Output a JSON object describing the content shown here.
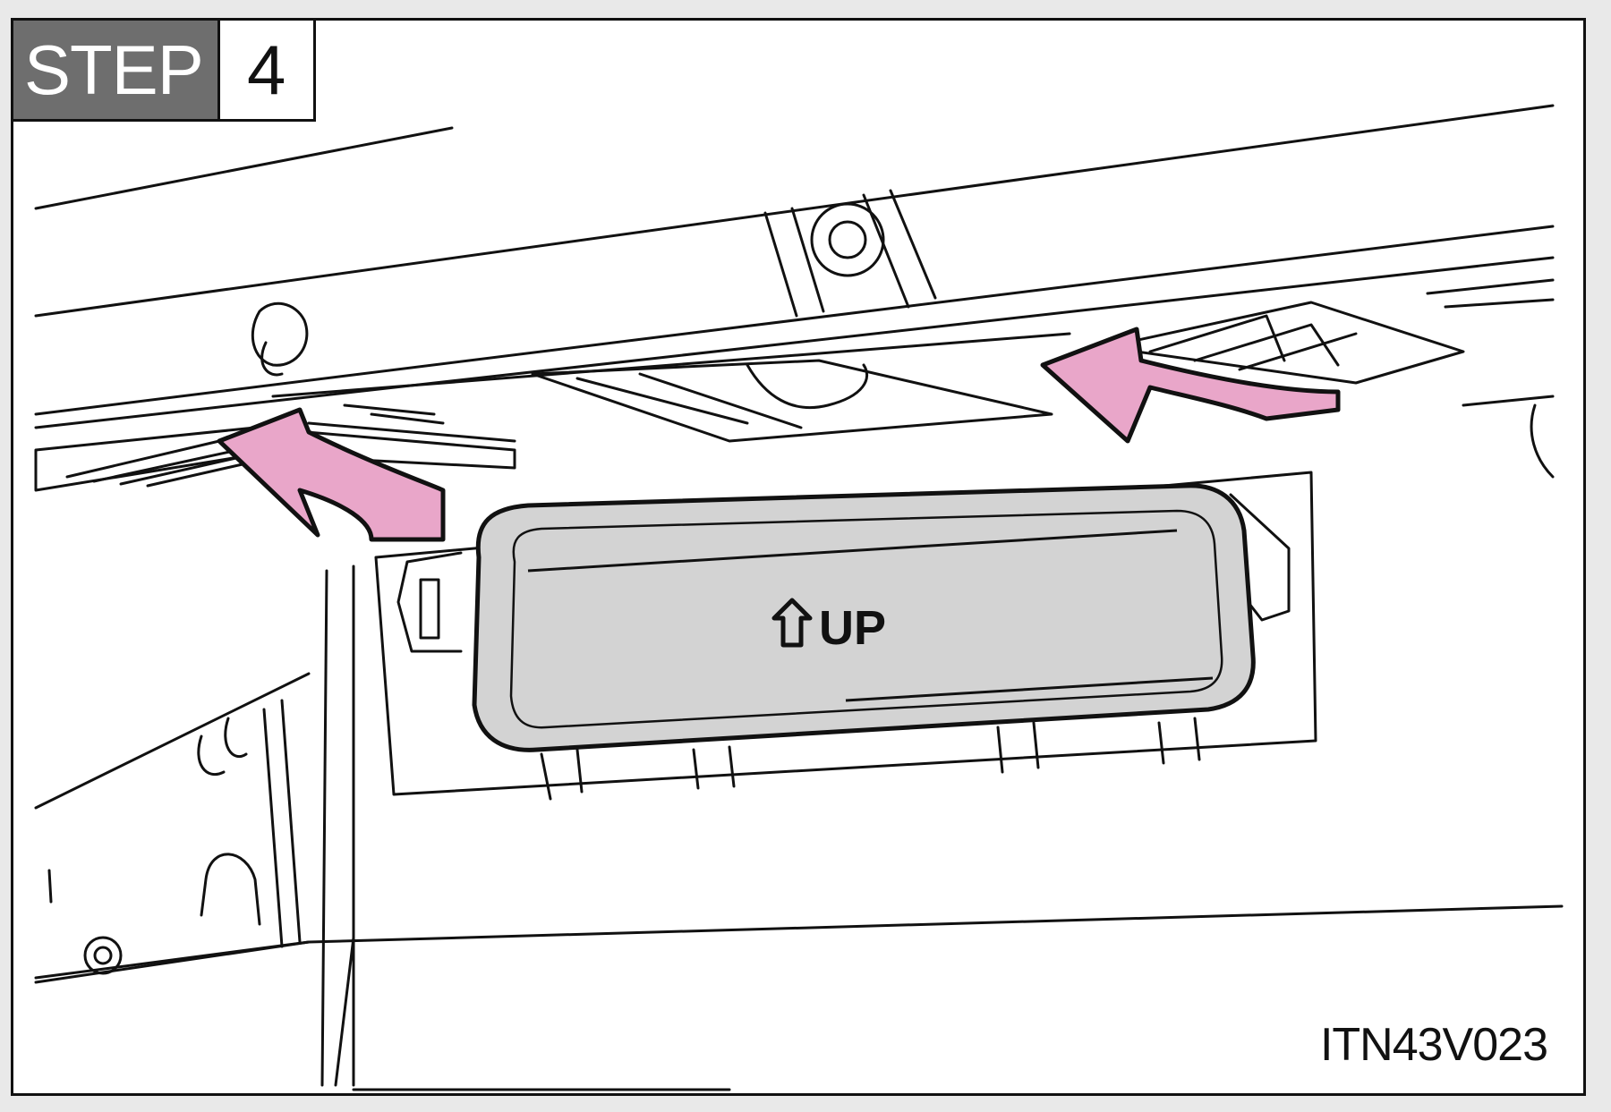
{
  "step": {
    "label": "STEP",
    "number": "4"
  },
  "cover": {
    "label": "UP",
    "icon": "up-arrow-icon"
  },
  "figure_code": "ITN43V023",
  "colors": {
    "arrow_fill": "#e9a6c9",
    "cover_fill": "#d3d3d3",
    "line": "#111111",
    "step_bg": "#6e6e6e"
  }
}
